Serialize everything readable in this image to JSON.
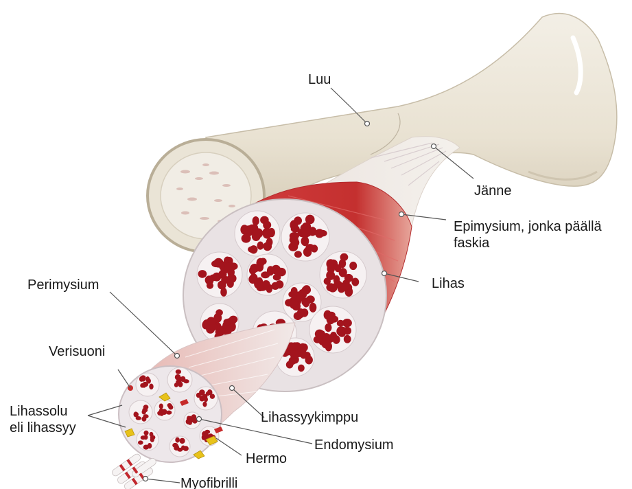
{
  "labels": {
    "bone": "Luu",
    "tendon": "Jänne",
    "epimysium_line1": "Epimysium, jonka päällä",
    "epimysium_line2": "faskia",
    "muscle": "Lihas",
    "perimysium": "Perimysium",
    "blood_vessel": "Verisuoni",
    "muscle_cell_line1": "Lihassolu",
    "muscle_cell_line2": "eli lihassyy",
    "fascicle": "Lihassyykimppu",
    "endomysium": "Endomysium",
    "nerve": "Hermo",
    "myofibrils": "Myofibrilli"
  },
  "colors": {
    "bone": "#ece6d8",
    "bone_shadow": "#c9c0ad",
    "muscle_red": "#c9353a",
    "fiber_red": "#a3141d",
    "connective_tissue": "#efe9ec",
    "nerve_yellow": "#e8c21a",
    "leader_line": "#555555"
  }
}
